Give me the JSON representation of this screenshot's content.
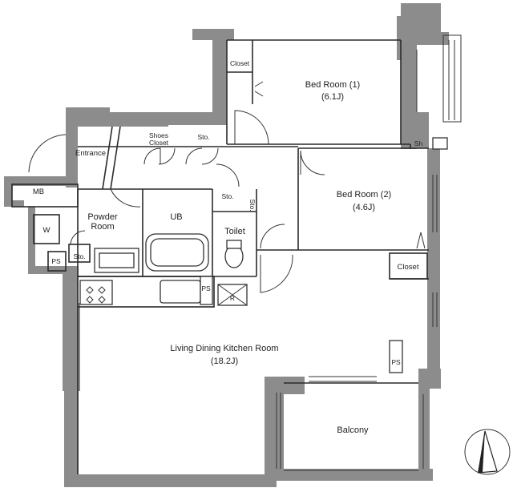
{
  "rooms": {
    "bedroom1": {
      "name": "Bed Room (1)",
      "size": "(6.1J)"
    },
    "bedroom2": {
      "name": "Bed Room (2)",
      "size": "(4.6J)"
    },
    "ldk": {
      "name": "Living Dining Kitchen Room",
      "size": "(18.2J)"
    },
    "balcony": {
      "name": "Balcony"
    },
    "entrance": {
      "name": "Entrance"
    },
    "powder": {
      "name": "Powder",
      "name2": "Room"
    },
    "ub": {
      "name": "UB"
    },
    "toilet": {
      "name": "Toilet"
    }
  },
  "storage": {
    "closet_top": "Closet",
    "shoes_line1": "Shoes",
    "shoes_line2": "Closet",
    "sto_top": "Sto.",
    "sto_mid": "Sto.",
    "sto_vert": "Sto.",
    "sto_powder": "Sto.",
    "closet_right": "Closet",
    "mb": "MB",
    "w": "W",
    "ps_left": "PS",
    "ps_kitchen": "PS",
    "ps_right": "PS",
    "sh": "Sh",
    "r": "R"
  },
  "colors": {
    "wall": "#8c8c8c",
    "line": "#2a2a2a"
  },
  "compass_icon": "north-arrow"
}
